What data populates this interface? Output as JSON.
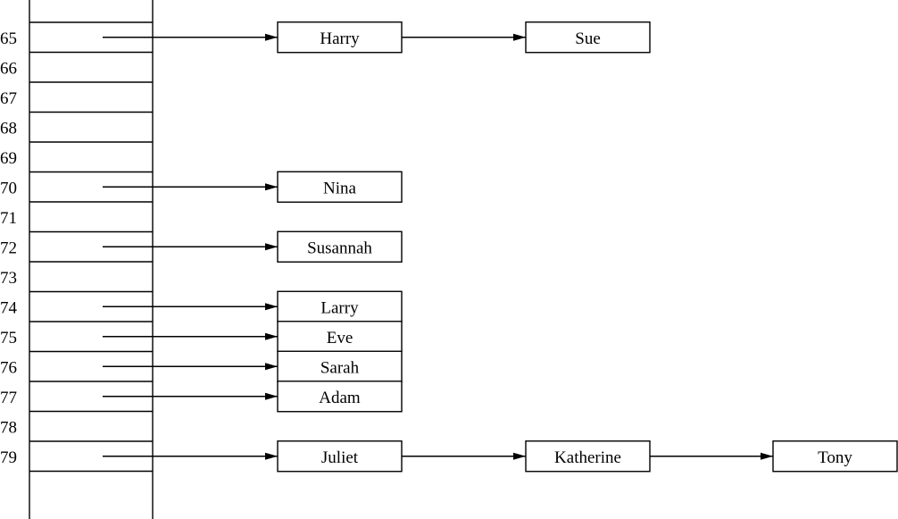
{
  "rows": [
    {
      "index": "65",
      "chain": [
        "Harry",
        "Sue"
      ]
    },
    {
      "index": "66",
      "chain": []
    },
    {
      "index": "67",
      "chain": []
    },
    {
      "index": "68",
      "chain": []
    },
    {
      "index": "69",
      "chain": []
    },
    {
      "index": "70",
      "chain": [
        "Nina"
      ]
    },
    {
      "index": "71",
      "chain": []
    },
    {
      "index": "72",
      "chain": [
        "Susannah"
      ]
    },
    {
      "index": "73",
      "chain": []
    },
    {
      "index": "74",
      "chain": [
        "Larry"
      ]
    },
    {
      "index": "75",
      "chain": [
        "Eve"
      ]
    },
    {
      "index": "76",
      "chain": [
        "Sarah"
      ]
    },
    {
      "index": "77",
      "chain": [
        "Adam"
      ]
    },
    {
      "index": "78",
      "chain": []
    },
    {
      "index": "79",
      "chain": [
        "Juliet",
        "Katherine",
        "Tony"
      ]
    }
  ],
  "colors": {
    "stroke": "#000000",
    "background": "#ffffff"
  }
}
